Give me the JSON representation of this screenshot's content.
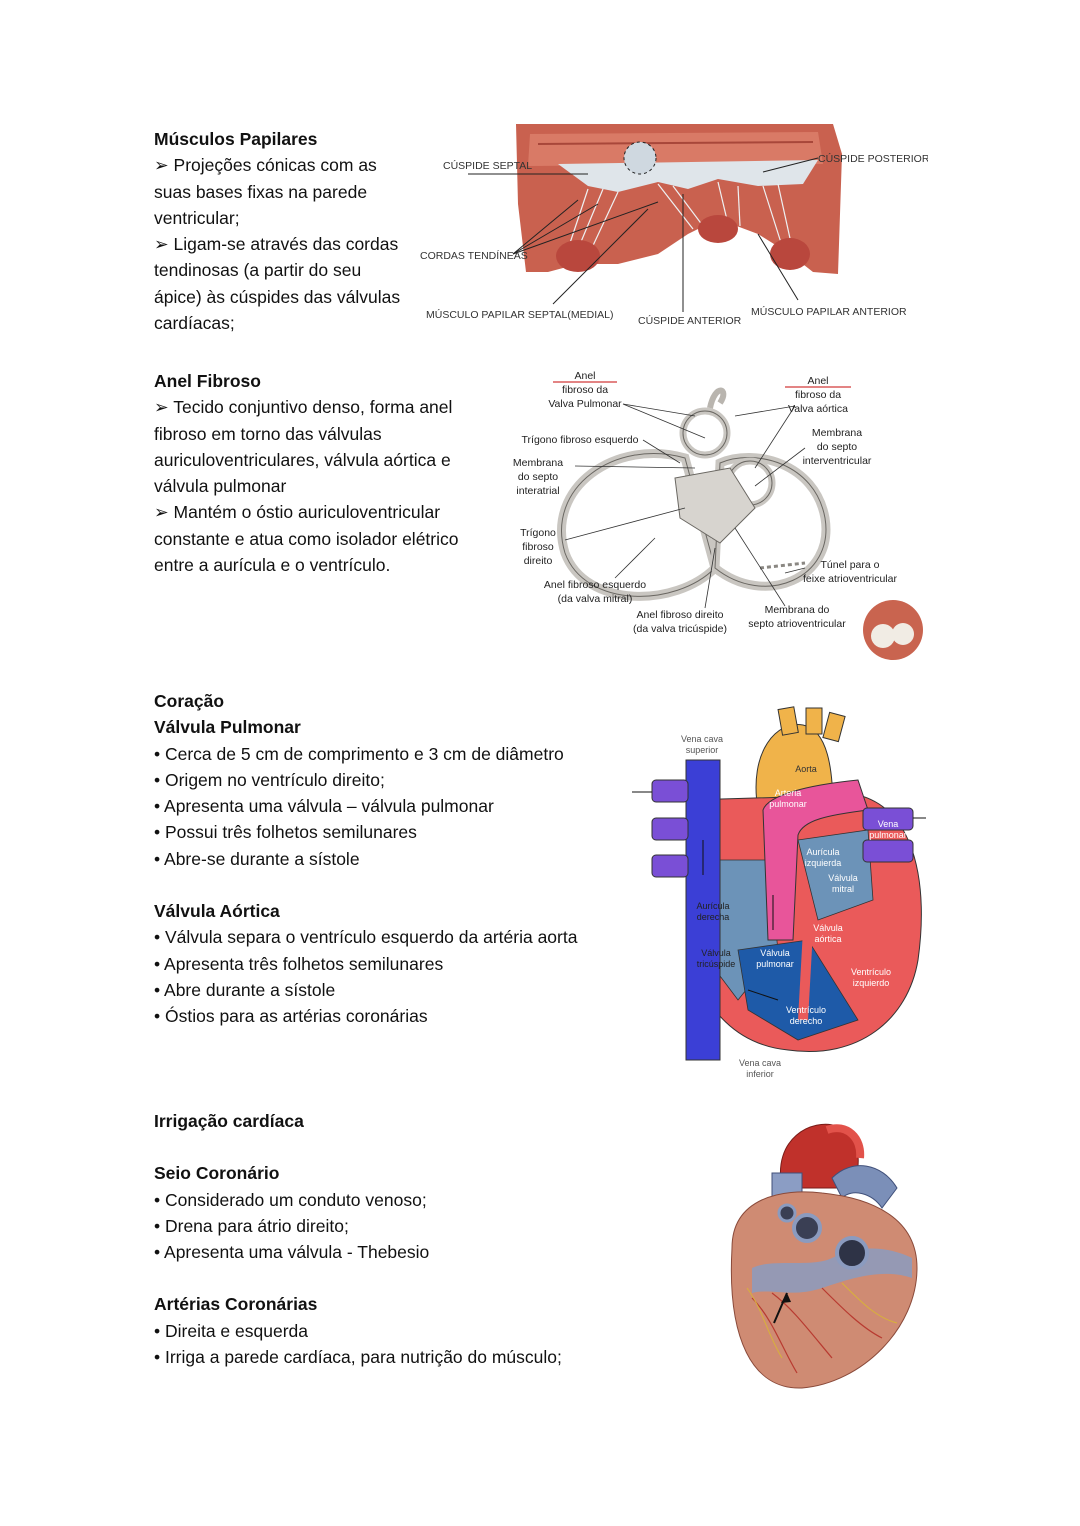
{
  "papilares": {
    "title": "Músculos Papilares",
    "bullets": [
      "➢ Projeções cónicas com as suas bases fixas na parede ventricular;",
      "➢ Ligam-se através das cordas tendinosas (a partir do seu ápice) às cúspides das válvulas cardíacas;"
    ],
    "figure_labels": {
      "cuspide_septal": "CÚSPIDE SEPTAL",
      "cuspide_posterior": "CÚSPIDE POSTERIOR",
      "cordas": "CORDAS TENDÍNEAS",
      "musculo_septal": "MÚSCULO PAPILAR SEPTAL(MEDIAL)",
      "cuspide_anterior": "CÚSPIDE ANTERIOR",
      "musculo_anterior": "MÚSCULO PAPILAR ANTERIOR"
    }
  },
  "anel": {
    "title": "Anel Fibroso",
    "bullets": [
      "➢ Tecido conjuntivo denso, forma anel fibroso em torno das válvulas auriculoventriculares, válvula aórtica e válvula pulmonar",
      "➢ Mantém o óstio auriculoventricular constante e atua como isolador elétrico entre a aurícula e o ventrículo."
    ],
    "figure_labels": {
      "anel_pulmonar": [
        "Anel",
        "fibroso da",
        "Valva Pulmonar"
      ],
      "anel_aortica": [
        "Anel",
        "fibroso da",
        "Valva aórtica"
      ],
      "trigono_esq": "Trígono fibroso esquerdo",
      "membrana_interatrial": [
        "Membrana",
        "do septo",
        "interatrial"
      ],
      "membrana_interventricular": [
        "Membrana",
        "do septo",
        "interventricular"
      ],
      "trigono_dir": [
        "Trígono",
        "fibroso",
        "direito"
      ],
      "anel_esq": [
        "Anel fibroso esquerdo",
        "(da valva mitral)"
      ],
      "anel_dir": [
        "Anel fibroso direito",
        "(da valva tricúspide)"
      ],
      "tunel": [
        "Túnel para o",
        "feixe atrioventricular"
      ],
      "membrana_av": [
        "Membrana do",
        "septo atrioventricular"
      ]
    }
  },
  "coracao": {
    "title": "Coração",
    "pulmonar": {
      "title": "Válvula Pulmonar",
      "bullets": [
        "• Cerca de 5 cm de comprimento e 3 cm de diâmetro",
        "• Origem no ventrículo direito;",
        "• Apresenta uma válvula – válvula pulmonar",
        "• Possui três folhetos semilunares",
        "• Abre-se durante a sístole"
      ]
    },
    "aortica": {
      "title": "Válvula Aórtica",
      "bullets": [
        "• Válvula separa o ventrículo esquerdo da artéria aorta",
        "• Apresenta três folhetos semilunares",
        "• Abre durante a sístole",
        "• Óstios para as artérias coronárias"
      ]
    },
    "figure_labels": {
      "vena_sup": [
        "Vena cava",
        "superior"
      ],
      "aorta": "Aorta",
      "arteria_pulmonar": [
        "Arteria",
        "pulmonar"
      ],
      "vena_pulmonar": [
        "Vena",
        "pulmonar"
      ],
      "auricula_izq": [
        "Aurícula",
        "izquierda"
      ],
      "valvula_mitral": [
        "Válvula",
        "mitral"
      ],
      "auricula_der": [
        "Aurícula",
        "derecha"
      ],
      "valvula_aortica": [
        "Válvula",
        "aórtica"
      ],
      "valvula_tricuspide": [
        "Válvula",
        "tricúspide"
      ],
      "valvula_pulmonar": [
        "Válvula",
        "pulmonar"
      ],
      "ventriculo_izq": [
        "Ventrículo",
        "izquierdo"
      ],
      "ventriculo_der": [
        "Ventrículo",
        "derecho"
      ],
      "vena_inf": [
        "Vena cava",
        "inferior"
      ]
    }
  },
  "irrigacao": {
    "title": "Irrigação cardíaca",
    "seio": {
      "title": "Seio Coronário",
      "bullets": [
        "• Considerado um conduto venoso;",
        "• Drena para átrio direito;",
        "• Apresenta uma válvula - Thebesio"
      ]
    },
    "arterias": {
      "title": "Artérias Coronárias",
      "bullets": [
        "• Direita e esquerda",
        "• Irriga a parede cardíaca, para nutrição do músculo;"
      ]
    }
  },
  "colors": {
    "muscle": "#c9614f",
    "fibrous": "#d8dee2",
    "blue_vessel": "#3b3fd6",
    "pink_artery": "#e8559a",
    "aorta_orange": "#f0b34a",
    "heart_red": "#ea5a5a",
    "heart_blue": "#1e5aa8",
    "figure_red": "#c0312b"
  }
}
